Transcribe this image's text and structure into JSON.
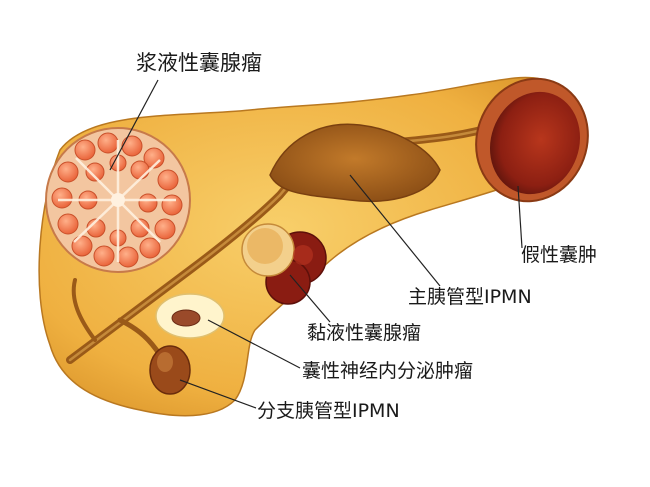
{
  "labels": {
    "serous": "浆液性囊腺瘤",
    "pseudocyst": "假性囊肿",
    "main_duct_ipmn": "主胰管型IPMN",
    "mucinous": "黏液性囊腺瘤",
    "neuroendocrine": "囊性神经内分泌肿瘤",
    "branch_duct_ipmn": "分支胰管型IPMN"
  },
  "colors": {
    "parenchyma": "#f2b64a",
    "duct": "#a0601a",
    "cyst_wall": "#8a2a10",
    "serous_cyst": "#f07a4a"
  }
}
